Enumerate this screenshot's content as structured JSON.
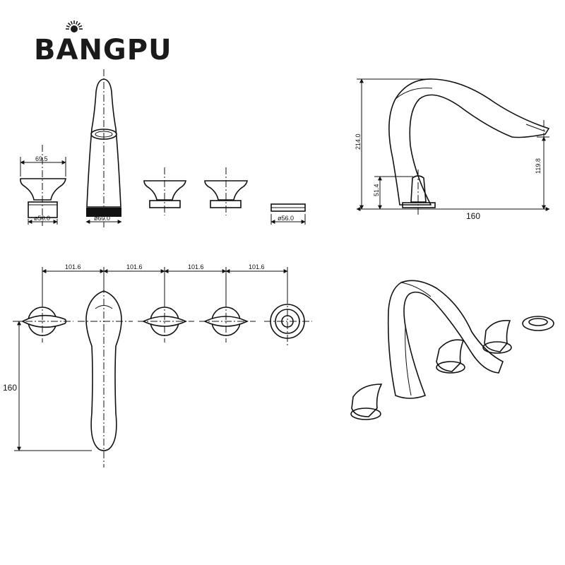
{
  "brand": {
    "name": "BANGPU"
  },
  "front_view": {
    "handle_width": "69.5",
    "handle_base": "ø50.0",
    "spout_base": "ø60.0",
    "drain_base": "ø56.0"
  },
  "side_view": {
    "total_height": "214.0",
    "outlet_height": "119.8",
    "base_height": "51.4",
    "reach": "160"
  },
  "top_view": {
    "spacings": [
      "101.6",
      "101.6",
      "101.6",
      "101.6"
    ],
    "depth": "160"
  }
}
